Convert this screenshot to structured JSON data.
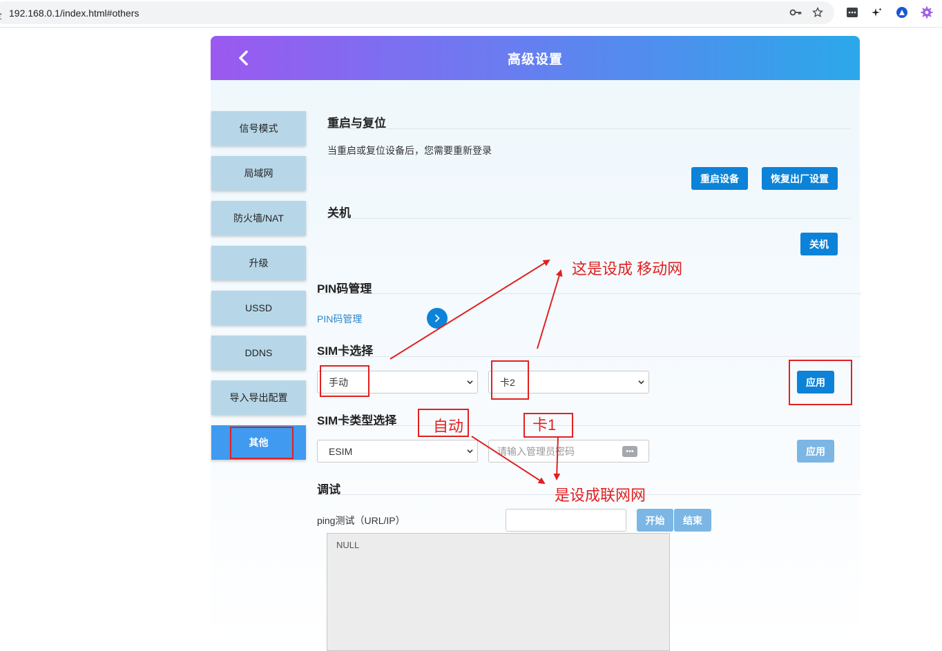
{
  "browser": {
    "url": "192.168.0.1/index.html#others",
    "lock_label": "全"
  },
  "header": {
    "title": "高级设置"
  },
  "sidebar": {
    "items": [
      {
        "label": "信号模式"
      },
      {
        "label": "局域网"
      },
      {
        "label": "防火墙/NAT"
      },
      {
        "label": "升级"
      },
      {
        "label": "USSD"
      },
      {
        "label": "DDNS"
      },
      {
        "label": "导入导出配置"
      },
      {
        "label": "其他",
        "active": true
      }
    ]
  },
  "reset": {
    "title": "重启与复位",
    "note": "当重启或复位设备后，您需要重新登录",
    "reboot_label": "重启设备",
    "factory_label": "恢复出厂设置"
  },
  "shutdown": {
    "title": "关机",
    "button_label": "关机"
  },
  "pin": {
    "title": "PIN码管理",
    "link_label": "PIN码管理"
  },
  "sim_select": {
    "title": "SIM卡选择",
    "mode_value": "手动",
    "card_value": "卡2",
    "apply_label": "应用"
  },
  "sim_type": {
    "title": "SIM卡类型选择",
    "type_value": "ESIM",
    "password_placeholder": "请输入管理员密码",
    "apply_label": "应用"
  },
  "debug": {
    "title": "调试",
    "ping_label": "ping测试（URL/IP）",
    "start_label": "开始",
    "stop_label": "结束",
    "output": "NULL"
  },
  "annotations": {
    "mobile_note": "这是设成 移动网",
    "auto_note": "自动",
    "card1_note": "卡1",
    "unicom_note": "是设成联网网",
    "color": "#e02020"
  },
  "colors": {
    "primary_button": "#0c83d8",
    "disabled_button": "#7bb6e4",
    "sidebar_bg": "#b7d7e8",
    "sidebar_active": "#3f9af0"
  }
}
